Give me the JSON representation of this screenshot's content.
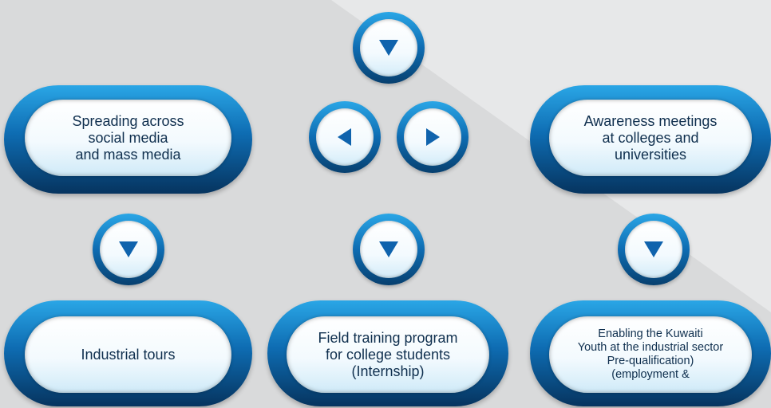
{
  "colors": {
    "ring_top": "#2aa6e6",
    "ring_bottom": "#06345f",
    "arrow": "#0f63ad",
    "text": "#0f2f4e"
  },
  "nodes": {
    "social_media": "Spreading across\nsocial media\nand mass media",
    "awareness": "Awareness meetings\nat colleges and\nuniversities",
    "industrial_tours": "Industrial tours",
    "field_training": "Field training program\nfor college students\n(Internship)",
    "enabling": "Enabling the Kuwaiti\nYouth at the industrial sector\nPre-qualification)\n(employment &"
  },
  "arrows": [
    {
      "id": "top-center",
      "direction": "down-icon"
    },
    {
      "id": "middle-left",
      "direction": "left-icon"
    },
    {
      "id": "middle-right",
      "direction": "right-icon"
    },
    {
      "id": "row2-left",
      "direction": "down-icon"
    },
    {
      "id": "row2-center",
      "direction": "down-icon"
    },
    {
      "id": "row2-right",
      "direction": "down-icon"
    }
  ]
}
